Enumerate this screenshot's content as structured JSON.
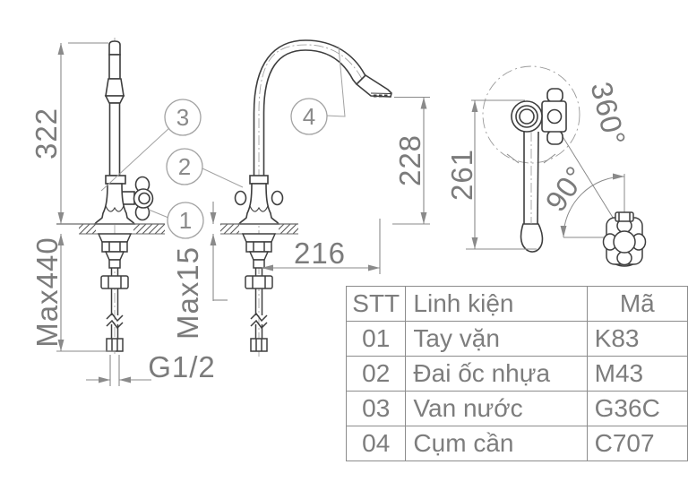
{
  "drawing": {
    "callouts": {
      "c1": "1",
      "c2": "2",
      "c3": "3",
      "c4": "4"
    },
    "dimensions": {
      "spout_height": "322",
      "max_under_counter": "Max440",
      "thread": "G1/2",
      "outlet_height": "228",
      "reach": "216",
      "deck_thickness": "Max15",
      "top_reach": "261",
      "swivel_angle": "360°",
      "handle_angle": "90°"
    }
  },
  "parts_table": {
    "headers": [
      "STT",
      "Linh kiện",
      "Mã"
    ],
    "rows": [
      {
        "no": "01",
        "name": "Tay vặn",
        "code": "K83"
      },
      {
        "no": "02",
        "name": "Đai ốc nhựa",
        "code": "M43"
      },
      {
        "no": "03",
        "name": "Van nước",
        "code": "G36C"
      },
      {
        "no": "04",
        "name": "Cụm cần",
        "code": "C707"
      }
    ]
  },
  "colors": {
    "outline": "#3e3e3e",
    "dimension": "#8a8a8a",
    "text": "#7b7b7b",
    "table_border": "#8c8c8c",
    "background": "#ffffff"
  }
}
